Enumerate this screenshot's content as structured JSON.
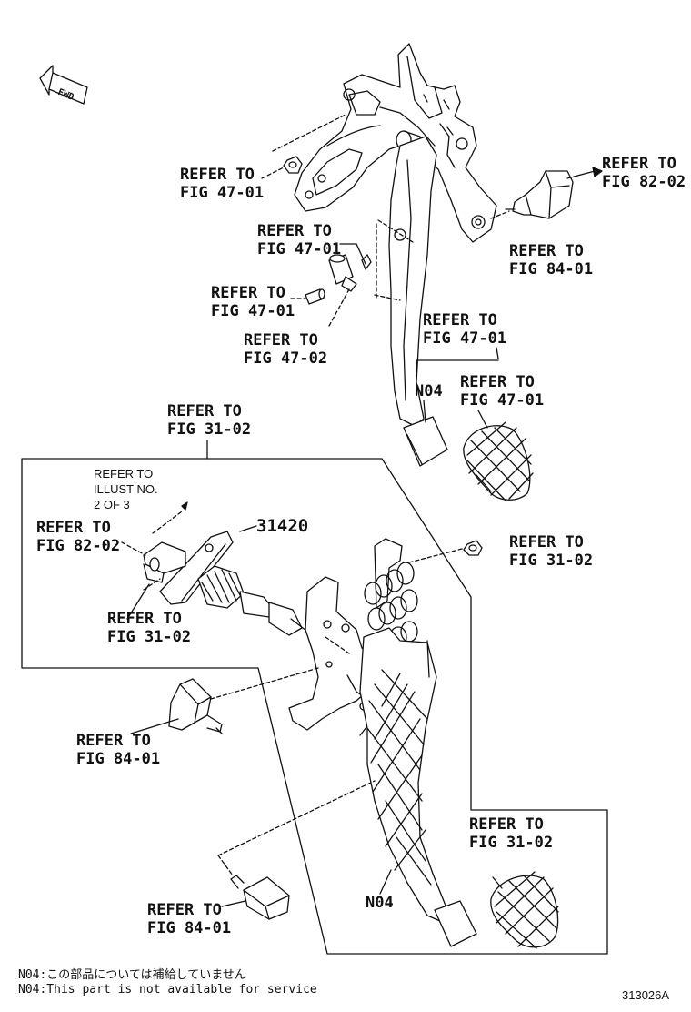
{
  "fwd_label": "FWD",
  "refs": [
    {
      "l1": "REFER TO",
      "l2": "FIG 47-01"
    },
    {
      "l1": "REFER TO",
      "l2": "FIG 47-01"
    },
    {
      "l1": "REFER TO",
      "l2": "FIG 47-01"
    },
    {
      "l1": "REFER TO",
      "l2": "FIG 47-02"
    },
    {
      "l1": "REFER TO",
      "l2": "FIG 82-02"
    },
    {
      "l1": "REFER TO",
      "l2": "FIG 84-01"
    },
    {
      "l1": "REFER TO",
      "l2": "FIG 47-01"
    },
    {
      "l1": "REFER TO",
      "l2": "FIG 47-01"
    },
    {
      "l1": "REFER TO",
      "l2": "FIG 31-02"
    },
    {
      "l1": "REFER TO",
      "l2": "FIG 82-02"
    },
    {
      "l1": "REFER TO",
      "l2": "FIG 31-02"
    },
    {
      "l1": "REFER TO",
      "l2": "FIG 31-02"
    },
    {
      "l1": "REFER TO",
      "l2": "FIG 84-01"
    },
    {
      "l1": "REFER TO",
      "l2": "FIG 31-02"
    },
    {
      "l1": "REFER TO",
      "l2": "FIG 84-01"
    }
  ],
  "illust_ref": {
    "l1": "REFER TO",
    "l2": "ILLUST NO.",
    "l3": "2 OF 3"
  },
  "part_number": "31420",
  "n04_labels": [
    "N04",
    "N04"
  ],
  "notes": {
    "jp": "N04:この部品については補給していません",
    "en": "N04:This part is not available for service"
  },
  "illustration_code": "313026A"
}
